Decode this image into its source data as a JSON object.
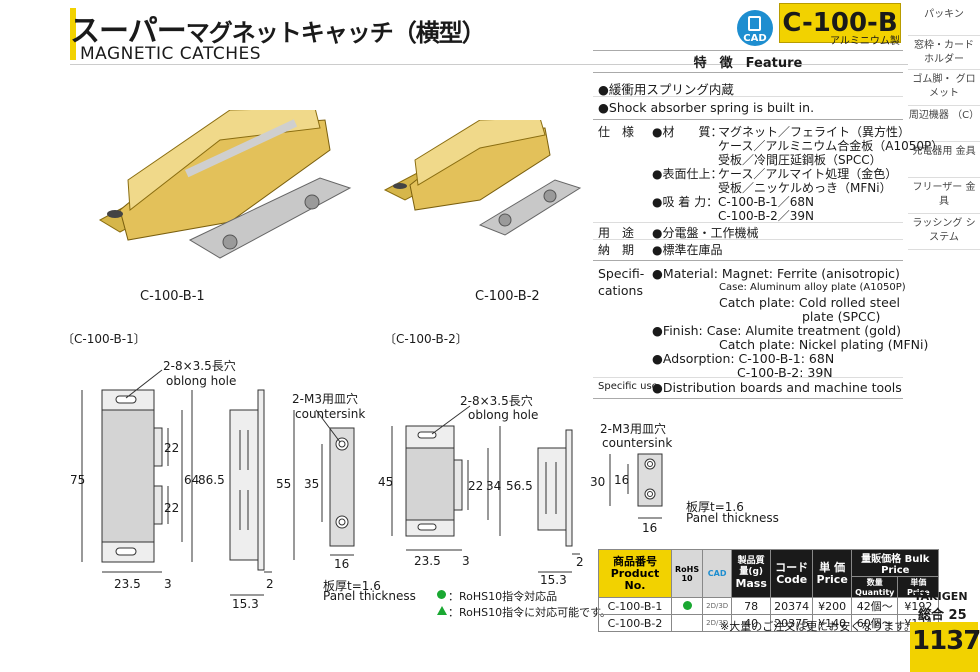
{
  "header": {
    "title_jp_large": "スーパー",
    "title_jp_small": "マグネットキャッチ（横型）",
    "title_en": "MAGNETIC CATCHES",
    "cad_badge": "CAD",
    "model": "C-100-B",
    "model_material": "アルミニウム製"
  },
  "sidenav": {
    "items": [
      "パッキン",
      "窓枠・カード ホルダー",
      "ゴム脚・ グロメット",
      "周辺機器 （C）",
      "充電器用 金具",
      "フリーザー 金具",
      "ラッシング システム"
    ]
  },
  "photos": {
    "label_1": "C-100-B-1",
    "label_2": "C-100-B-2"
  },
  "drawings": {
    "d1_label": "〔C-100-B-1〕",
    "d2_label": "〔C-100-B-2〕",
    "oblong_jp": "2-8×3.5長穴",
    "oblong_en": "oblong hole",
    "countersink_jp": "2-M3用皿穴",
    "countersink_en": "countersink",
    "d1_dims": {
      "h75": "75",
      "h86_5": "86.5",
      "h64": "64",
      "h22a": "22",
      "h22b": "22",
      "w23_5": "23.5",
      "w3": "3",
      "w15_3": "15.3",
      "w2": "2",
      "h55": "55",
      "h35": "35",
      "w16": "16"
    },
    "d2_dims": {
      "h45": "45",
      "h56_5": "56.5",
      "h34": "34",
      "h22": "22",
      "w23_5": "23.5",
      "w3": "3",
      "w15_3": "15.3",
      "w2": "2",
      "h30": "30",
      "h16": "16",
      "w16": "16"
    },
    "panel_jp": "板厚t=1.6",
    "panel_en": "Panel thickness",
    "rohs_green": "：RoHS10指令対応品",
    "rohs_triangle": "：RoHS10指令に対応可能です。"
  },
  "feature": {
    "heading": "特　徴　Feature",
    "bullet_jp": "緩衝用スプリング内蔵",
    "bullet_en": "Shock absorber spring is built in."
  },
  "spec_jp": {
    "shiyo": "仕　様",
    "material_key": "材　　質：",
    "material_1": "マグネット／フェライト（異方性）",
    "material_2": "ケース／アルミニウム合金板（A1050P）",
    "material_3": "受板／冷間圧延鋼板（SPCC）",
    "finish_key": "表面仕上：",
    "finish_1": "ケース／アルマイト処理（金色）",
    "finish_2": "受板／ニッケルめっき（MFNi）",
    "adsorb_key": "吸 着 力：",
    "adsorb_1": "C-100-B-1／68N",
    "adsorb_2": "C-100-B-2／39N",
    "use_key": "用　途",
    "use_val": "分電盤・工作機械",
    "delivery_key": "納　期",
    "delivery_val": "標準在庫品"
  },
  "spec_en": {
    "key1": "Specifi-",
    "key2": "cations",
    "m1": "Material: Magnet: Ferrite (anisotropic)",
    "m2": "Case: Aluminum alloy plate (A1050P)",
    "m3": "Catch plate: Cold rolled steel",
    "m4": "plate (SPCC)",
    "f1": "Finish: Case: Alumite treatment (gold)",
    "f2": "Catch plate: Nickel plating (MFNi)",
    "a1": "Adsorption: C-100-B-1: 68N",
    "a2": "C-100-B-2: 39N",
    "use_key": "Specific use",
    "use_val": "Distribution boards and machine tools"
  },
  "table": {
    "h_product_jp": "商品番号",
    "h_product_en": "Product No.",
    "h_rohs": "RoHS",
    "h_rohs_sub": "10",
    "h_cad": "CAD",
    "h_mass_jp": "製品質量(g)",
    "h_mass_en": "Mass",
    "h_code_jp": "コード",
    "h_code_en": "Code",
    "h_price_jp": "単 価",
    "h_price_en": "Price",
    "h_bulk": "量販価格 Bulk Price",
    "h_qty": "数量 Quantity",
    "h_unit": "単価 Price",
    "rows": [
      {
        "product": "C-100-B-1",
        "cad": "2D/3D",
        "mass": "78",
        "code": "20374",
        "price": "¥200",
        "qty": "42個～",
        "unit": "¥192"
      },
      {
        "product": "C-100-B-2",
        "cad": "2D/3D",
        "mass": "40",
        "code": "20375",
        "price": "¥140",
        "qty": "60個～",
        "unit": "¥134"
      }
    ],
    "note": "※大量のご注文は更にお安くなります。"
  },
  "footer": {
    "brand": "TAKIGEN",
    "catalog": "総合 25",
    "page": "1137"
  },
  "colors": {
    "accent": "#f2d200",
    "cad": "#1e8ed0",
    "rohs_green": "#1aa832"
  }
}
